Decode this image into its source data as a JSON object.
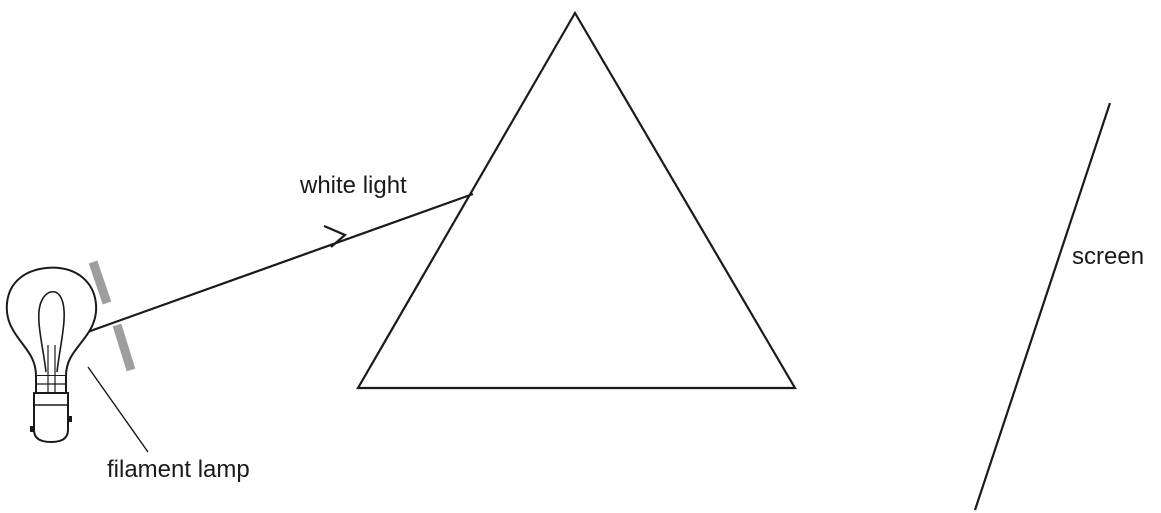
{
  "labels": {
    "white_light": "white light",
    "screen": "screen",
    "filament_lamp": "filament lamp"
  },
  "colors": {
    "line": "#1a1a1a",
    "slit": "#9e9e9e",
    "background": "#ffffff"
  }
}
